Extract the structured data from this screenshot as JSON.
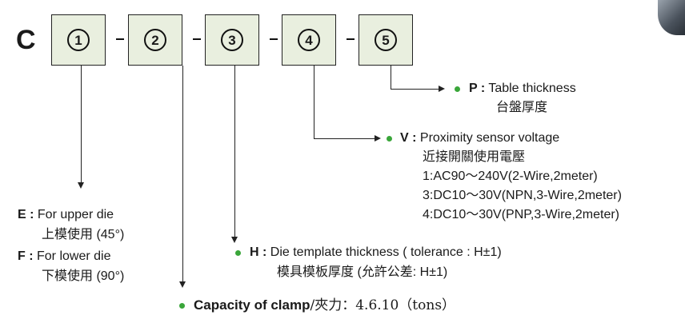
{
  "prefix": "C",
  "boxes": [
    {
      "label": "1"
    },
    {
      "label": "2"
    },
    {
      "label": "3"
    },
    {
      "label": "4"
    },
    {
      "label": "5"
    }
  ],
  "separator": "-",
  "p": {
    "key": "P :",
    "en": "Table thickness",
    "zh": "台盤厚度"
  },
  "v": {
    "key": "V :",
    "en": "Proximity sensor voltage",
    "zh": "近接開關使用電壓",
    "options": [
      "1:AC90～240V(2-Wire,2meter)",
      "3:DC10～30V(NPN,3-Wire,2meter)",
      "4:DC10～30V(PNP,3-Wire,2meter)"
    ]
  },
  "ef": {
    "e_key": "E :",
    "e_en": "For upper die",
    "e_zh": "上模使用 (45°)",
    "f_key": "F :",
    "f_en": "For lower die",
    "f_zh": "下模使用 (90°)"
  },
  "h": {
    "key": "H :",
    "en": "Die template thickness ( tolerance : H±1)",
    "zh": "模具模板厚度 (允許公差: H±1)"
  },
  "capacity": {
    "label": "Capacity of clamp",
    "rest": "/夾力：4.6.10（tons）"
  },
  "colors": {
    "box_fill": "#e9efdf",
    "bullet": "#3aa63a",
    "line": "#222222"
  }
}
